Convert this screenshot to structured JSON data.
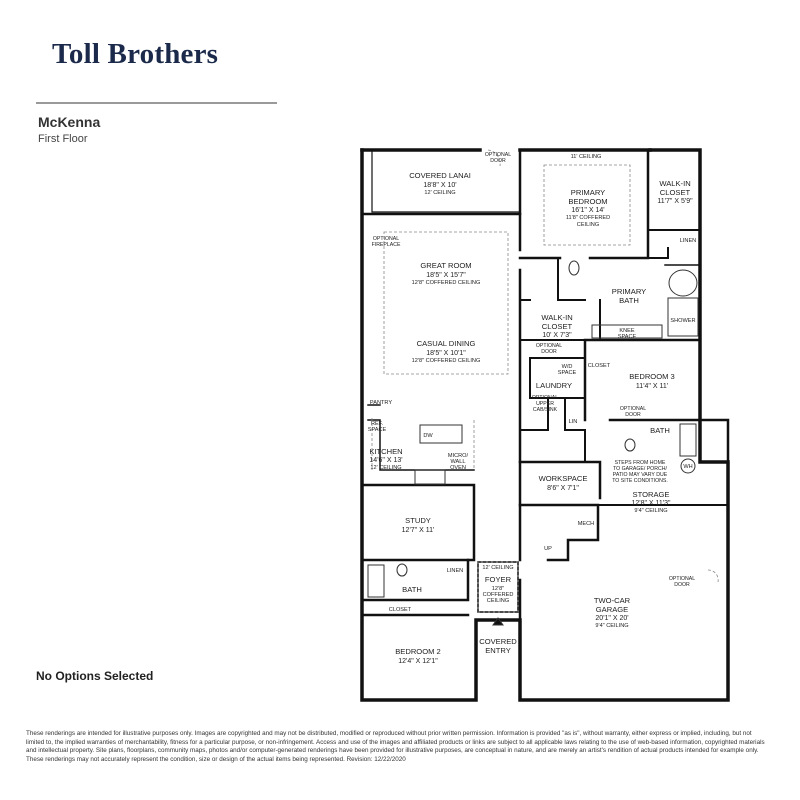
{
  "brand": {
    "logo": "Toll Brothers"
  },
  "plan_info": {
    "model": "McKenna",
    "floor": "First Floor"
  },
  "options_status": "No Options Selected",
  "disclaimer": "These renderings are intended for illustrative purposes only. Images are copyrighted and may not be distributed, modified or reproduced without prior written permission. Information is provided \"as is\", without warranty, either express or implied, including, but not limited to, the implied warranties of merchantability, fitness for a particular purpose, or non-infringement. Access and use of the images and affiliated products or links are subject to all applicable laws relating to the use of web-based information, copyrighted materials and intellectual property. Site plans, floorplans, community maps, photos and/or computer-generated renderings have been provided for illustrative purposes, are conceptual in nature, and are merely an artist's rendition of actual products intended for example only. These renderings may not accurately represent the condition, size or design of the actual items being represented. Revision: 12/22/2020",
  "rooms": {
    "covered_lanai": {
      "name": "COVERED LANAI",
      "dims": "18'8\" X 10'",
      "ceiling": "12' CEILING"
    },
    "primary_bedroom": {
      "name": "PRIMARY",
      "name2": "BEDROOM",
      "dims": "16'1\" X 14'",
      "ceiling": "11'8\" COFFERED",
      "ceiling2": "CEILING",
      "note": "11' CEILING"
    },
    "walk_in_closet_1": {
      "name": "WALK-IN",
      "name2": "CLOSET",
      "dims": "11'7\" X 5'9\""
    },
    "great_room": {
      "name": "GREAT ROOM",
      "dims": "18'5\" X 15'7\"",
      "ceiling": "12'8\" COFFERED CEILING"
    },
    "casual_dining": {
      "name": "CASUAL DINING",
      "dims": "18'5\" X 10'1\"",
      "ceiling": "12'8\" COFFERED CEILING"
    },
    "primary_bath": {
      "name": "PRIMARY",
      "name2": "BATH"
    },
    "walk_in_closet_2": {
      "name": "WALK-IN",
      "name2": "CLOSET",
      "dims": "10' X 7'3\""
    },
    "bedroom_3": {
      "name": "BEDROOM 3",
      "dims": "11'4\" X 11'"
    },
    "laundry": {
      "name": "LAUNDRY"
    },
    "kitchen": {
      "name": "KITCHEN",
      "dims": "14'6\" X 13'",
      "ceiling": "12' CEILING"
    },
    "workspace": {
      "name": "WORKSPACE",
      "dims": "8'6\" X 7'1\""
    },
    "storage": {
      "name": "STORAGE",
      "dims": "12'8\" X 11'3\"",
      "ceiling": "9'4\" CEILING"
    },
    "study": {
      "name": "STUDY",
      "dims": "12'7\" X 11'"
    },
    "foyer": {
      "name": "FOYER",
      "ceiling": "12'8\"",
      "ceiling2": "COFFERED",
      "ceiling3": "CEILING",
      "note": "12' CEILING"
    },
    "garage": {
      "name": "TWO-CAR",
      "name2": "GARAGE",
      "dims": "20'1\" X 20'",
      "ceiling": "9'4\" CEILING"
    },
    "bedroom_2": {
      "name": "BEDROOM 2",
      "dims": "12'4\" X 12'1\""
    },
    "bath_2": {
      "name": "BATH"
    },
    "bath_3": {
      "name": "BATH"
    },
    "covered_entry": {
      "name": "COVERED",
      "name2": "ENTRY"
    }
  },
  "labels": {
    "optional_door": "OPTIONAL",
    "door": "DOOR",
    "optional_fireplace": "OPTIONAL",
    "fireplace": "FIREPLACE",
    "linen": "LINEN",
    "shower": "SHOWER",
    "knee": "KNEE",
    "space": "SPACE",
    "closet": "CLOSET",
    "wd": "W/D",
    "wd_space": "SPACE",
    "optional_upper": "OPTIONAL",
    "upper": "UPPER",
    "cab_sink": "CAB/SINK",
    "lin": "LIN",
    "pantry": "PANTRY",
    "ref": "REF.",
    "ref_space": "SPACE",
    "dw": "DW",
    "micro": "MICRO/",
    "wall": "WALL",
    "oven": "OVEN",
    "steps_1": "STEPS FROM HOME",
    "steps_2": "TO GARAGE/ PORCH/",
    "steps_3": "PATIO MAY VARY DUE",
    "steps_4": "TO SITE CONDITIONS.",
    "wh": "WH",
    "mech": "MECH",
    "up": "UP",
    "linen_2": "LINEN"
  }
}
